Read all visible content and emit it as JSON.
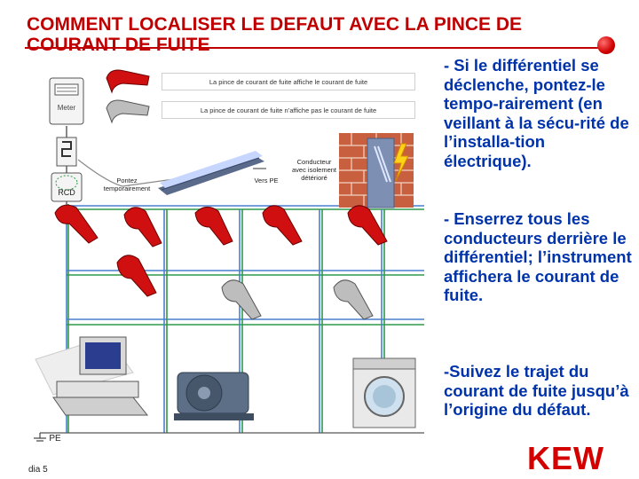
{
  "title": "COMMENT LOCALISER LE DEFAUT AVEC LA PINCE DE COURANT DE FUITE",
  "bullets": [
    "- Si le différentiel se déclenche, pontez-le tempo-rairement (en veillant à la sécu-rité de l’installa-tion électrique).",
    "- Enserrez tous les conducteurs derrière le différentiel; l’instrument affichera le courant de fuite.",
    "-Suivez le trajet du courant de fuite jusqu’à l’origine du défaut."
  ],
  "diagram": {
    "legend_leak": "La pince de courant de fuite affiche le courant de fuite",
    "legend_no_leak": "La pince de courant de fuite n’affiche pas le courant de fuite",
    "meter_label": "Meter",
    "rcd_label": "RCD",
    "bypass_label": "Pontez temporairement",
    "to_pe_label": "Vers PE",
    "damaged_label": "Conducteur avec isolement détérioré",
    "pe_label": "PE"
  },
  "footer": {
    "slide_number": "dia  5",
    "brand": "KEW"
  },
  "colors": {
    "title": "#c00000",
    "bullets": "#0033aa",
    "brand": "#d40000",
    "wire_blue": "#4a7fd0",
    "wire_green": "#2f9a4a",
    "clamp_red": "#d01010"
  }
}
